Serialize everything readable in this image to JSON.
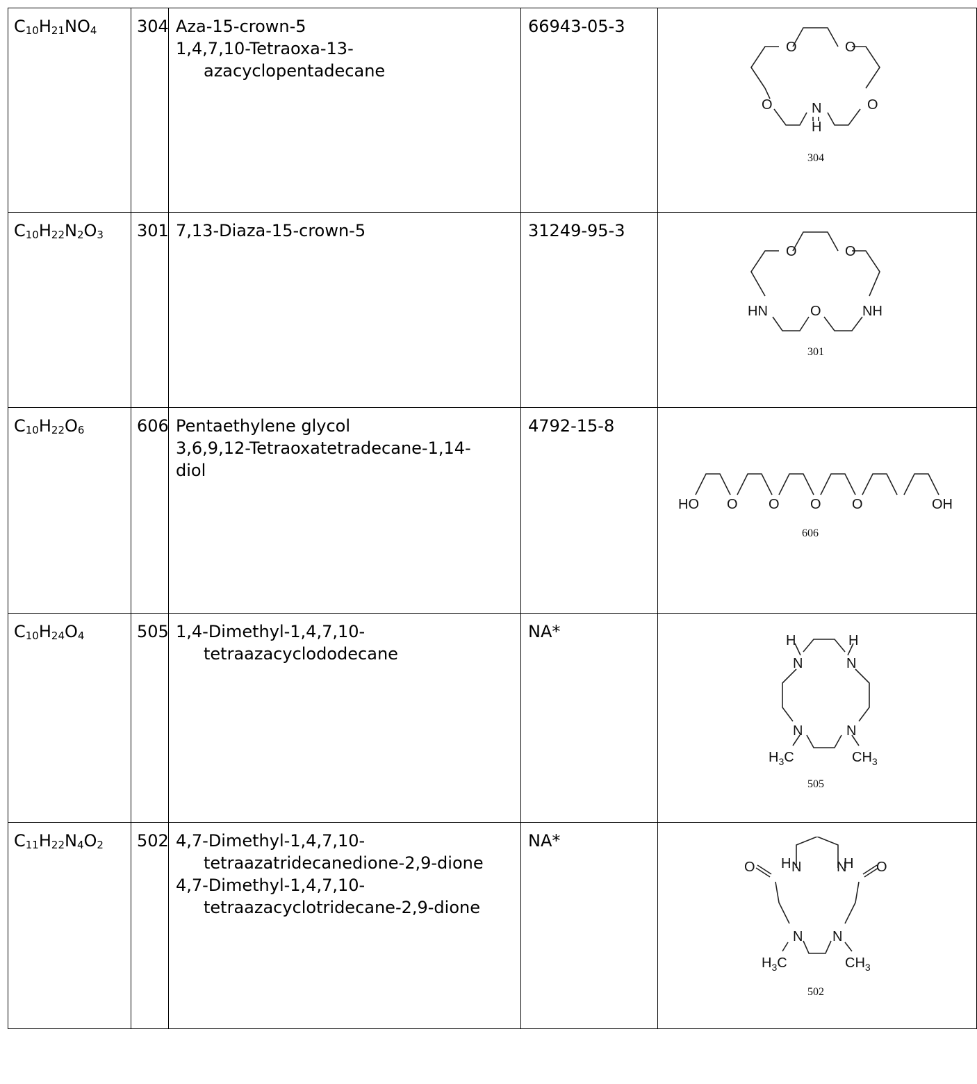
{
  "rows": [
    {
      "formula": [
        {
          "t": "C"
        },
        {
          "s": "10"
        },
        {
          "t": "H"
        },
        {
          "s": "21"
        },
        {
          "t": "NO"
        },
        {
          "s": "4"
        }
      ],
      "code": "304",
      "names": [
        {
          "text": "Aza-15-crown-5"
        },
        {
          "text": "1,4,7,10-Tetraoxa-13-"
        },
        {
          "text": "azacyclopentadecane",
          "indent": true
        }
      ],
      "cas": "66943-05-3",
      "structure": {
        "atoms": [
          "O",
          "O",
          "O",
          "O",
          "N",
          "H"
        ],
        "caption": "304"
      }
    },
    {
      "formula": [
        {
          "t": "C"
        },
        {
          "s": "10"
        },
        {
          "t": "H"
        },
        {
          "s": "22"
        },
        {
          "t": "N"
        },
        {
          "s": "2"
        },
        {
          "t": "O"
        },
        {
          "s": "3"
        }
      ],
      "code": "301",
      "names": [
        {
          "text": "7,13-Diaza-15-crown-5"
        }
      ],
      "cas": "31249-95-3",
      "structure": {
        "atoms": [
          "O",
          "O",
          "HN",
          "O",
          "NH"
        ],
        "caption": "301"
      }
    },
    {
      "formula": [
        {
          "t": "C"
        },
        {
          "s": "10"
        },
        {
          "t": "H"
        },
        {
          "s": "22"
        },
        {
          "t": "O"
        },
        {
          "s": "6"
        }
      ],
      "code": "606",
      "names": [
        {
          "text": "Pentaethylene glycol"
        },
        {
          "text": "3,6,9,12-Tetraoxatetradecane-1,14-"
        },
        {
          "text": "diol"
        }
      ],
      "cas": "4792-15-8",
      "structure": {
        "atoms": [
          "HO",
          "O",
          "O",
          "O",
          "O",
          "OH"
        ],
        "caption": "606"
      }
    },
    {
      "formula": [
        {
          "t": "C"
        },
        {
          "s": "10"
        },
        {
          "t": "H"
        },
        {
          "s": "24"
        },
        {
          "t": "O"
        },
        {
          "s": "4"
        }
      ],
      "code": "505",
      "names": [
        {
          "text": "1,4-Dimethyl-1,4,7,10-"
        },
        {
          "text": "tetraazacyclododecane",
          "indent": true
        }
      ],
      "cas": "NA*",
      "structure": {
        "atoms": [
          "H",
          "H",
          "N",
          "N",
          "N",
          "N",
          "H3C",
          "CH3"
        ],
        "caption": "505"
      }
    },
    {
      "formula": [
        {
          "t": "C"
        },
        {
          "s": "11"
        },
        {
          "t": "H"
        },
        {
          "s": "22"
        },
        {
          "t": "N"
        },
        {
          "s": "4"
        },
        {
          "t": "O"
        },
        {
          "s": "2"
        }
      ],
      "code": "502",
      "names": [
        {
          "text": "4,7-Dimethyl-1,4,7,10-"
        },
        {
          "text": "tetraazatridecanedione-2,9-dione",
          "indent": true
        },
        {
          "text": "4,7-Dimethyl-1,4,7,10-"
        },
        {
          "text": "tetraazacyclotridecane-2,9-dione",
          "indent": true
        }
      ],
      "cas": "NA*",
      "structure": {
        "atoms": [
          "O",
          "H",
          "N",
          "H",
          "N",
          "O",
          "N",
          "N",
          "H3C",
          "CH3"
        ],
        "caption": "502"
      }
    }
  ]
}
